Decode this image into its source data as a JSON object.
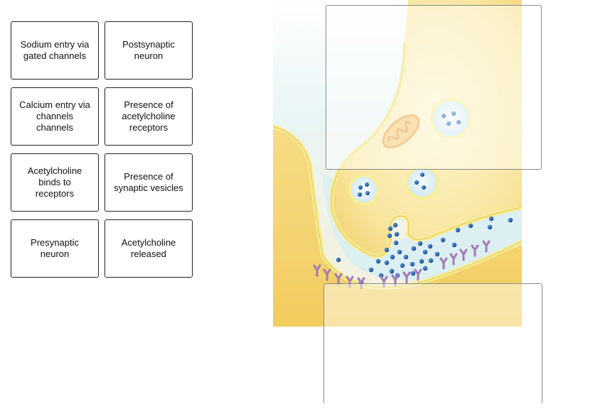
{
  "labels": [
    "Sodium entry via\ngated channels",
    "Postsynaptic\nneuron",
    "Calcium entry via\nchannels\nchannels",
    "Presence of\nacetylcholine\nreceptors",
    "Acetylcholine\nbinds to\nreceptors",
    "Presence of\nsynaptic vesicles",
    "Presynaptic\nneuron",
    "Acetylcholine\nreleased"
  ],
  "colors": {
    "presynaptic_fill": "#fae6a6",
    "membrane": "#f7ee98",
    "cleft": "#d9eef3",
    "neurotransmitter": "#1a5da6",
    "receptor": "#a27bb6",
    "mitochondrion": "#f2b25c"
  }
}
